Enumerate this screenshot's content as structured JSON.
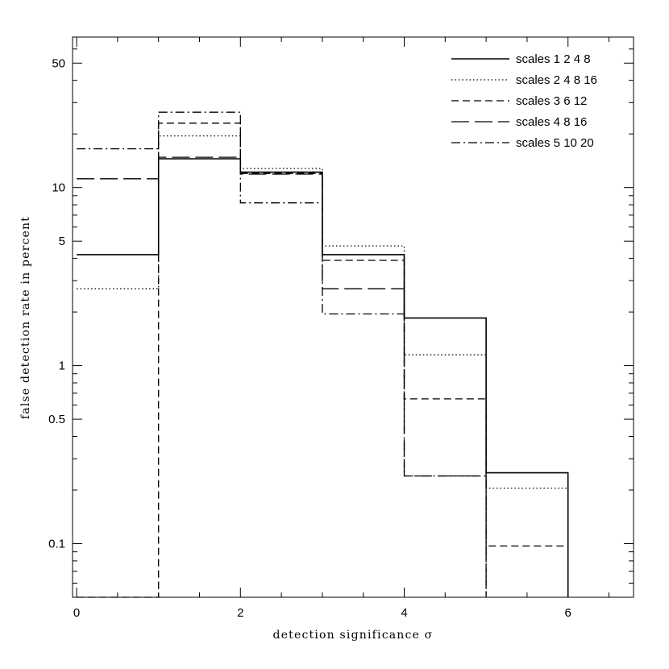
{
  "chart_data": {
    "type": "line",
    "subtype": "step-histogram",
    "xlabel": "detection significance σ",
    "ylabel": "false detection rate in percent",
    "xlim": [
      -0.05,
      6.8
    ],
    "ylim": [
      0.05,
      70
    ],
    "y_scale": "log",
    "grid": false,
    "legend_position": "top-right",
    "x_ticks": [
      0,
      2,
      4,
      6
    ],
    "x_tick_labels": [
      "0",
      "2",
      "4",
      "6"
    ],
    "y_ticks": [
      0.1,
      0.5,
      1,
      5,
      10,
      50
    ],
    "y_tick_labels": [
      "0.1",
      "0.5",
      "1",
      "5",
      "10",
      "50"
    ],
    "bin_edges": [
      0,
      1,
      2,
      3,
      4,
      5,
      6
    ],
    "series": [
      {
        "name": "scales 1 2 4 8",
        "style": "solid",
        "values": [
          4.2,
          14.5,
          12.2,
          4.2,
          1.85,
          0.25
        ]
      },
      {
        "name": "scales 2 4 8 16",
        "style": "dotted",
        "values": [
          2.7,
          19.5,
          12.8,
          4.7,
          1.15,
          0.205
        ]
      },
      {
        "name": "scales 3 6 12",
        "style": "dashed",
        "values": [
          0.05,
          23.0,
          12.0,
          3.9,
          0.65,
          0.097
        ]
      },
      {
        "name": "scales 4 8 16",
        "style": "longdash",
        "values": [
          11.2,
          14.8,
          11.9,
          2.7,
          0.24,
          null
        ]
      },
      {
        "name": "scales 5 10 20",
        "style": "dashdot",
        "values": [
          16.5,
          26.5,
          8.2,
          1.95,
          0.24,
          null
        ]
      }
    ]
  }
}
